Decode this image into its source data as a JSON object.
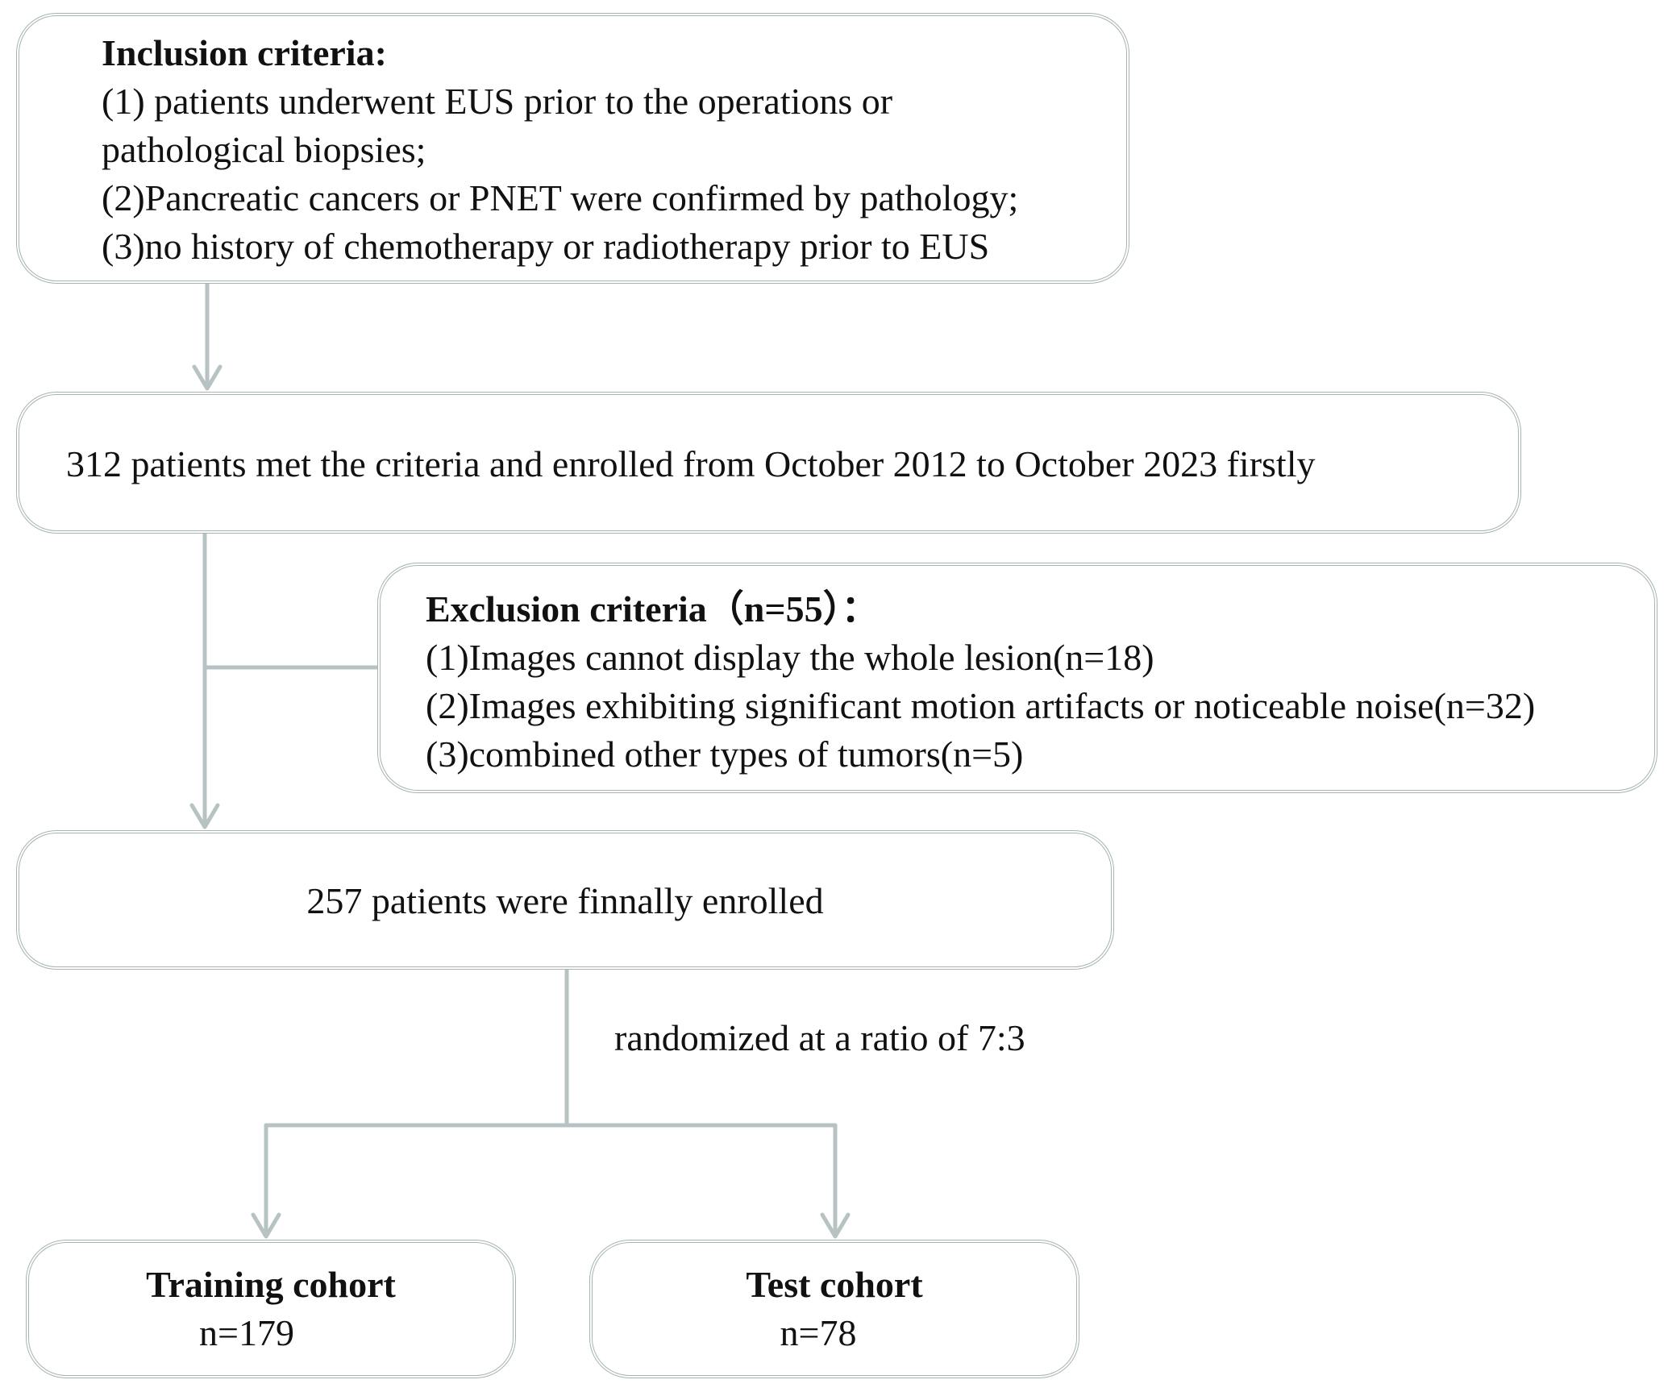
{
  "inclusion": {
    "title": "Inclusion criteria:",
    "items": [
      "(1) patients underwent EUS prior to the operations or",
      "pathological biopsies;",
      "(2)Pancreatic cancers or PNET were confirmed by pathology;",
      "(3)no history of chemotherapy or radiotherapy prior to EUS"
    ]
  },
  "met_criteria": {
    "text": "312 patients met the criteria and enrolled from October 2012 to October 2023 firstly"
  },
  "exclusion": {
    "title": "Exclusion criteria（n=55）：",
    "items": [
      "(1)Images cannot display the whole lesion(n=18)",
      "(2)Images exhibiting significant motion artifacts or noticeable noise(n=32)",
      "(3)combined other types of tumors(n=5)"
    ]
  },
  "final": {
    "text": "257 patients were finnally enrolled"
  },
  "split": {
    "label": "randomized at a ratio of 7:3"
  },
  "training": {
    "title": "Training cohort",
    "n": "n=179"
  },
  "test": {
    "title": "Test cohort",
    "n": "n=78"
  },
  "colors": {
    "border": "#a7b3b5",
    "connector": "#b7c2c3",
    "text": "#111111"
  }
}
